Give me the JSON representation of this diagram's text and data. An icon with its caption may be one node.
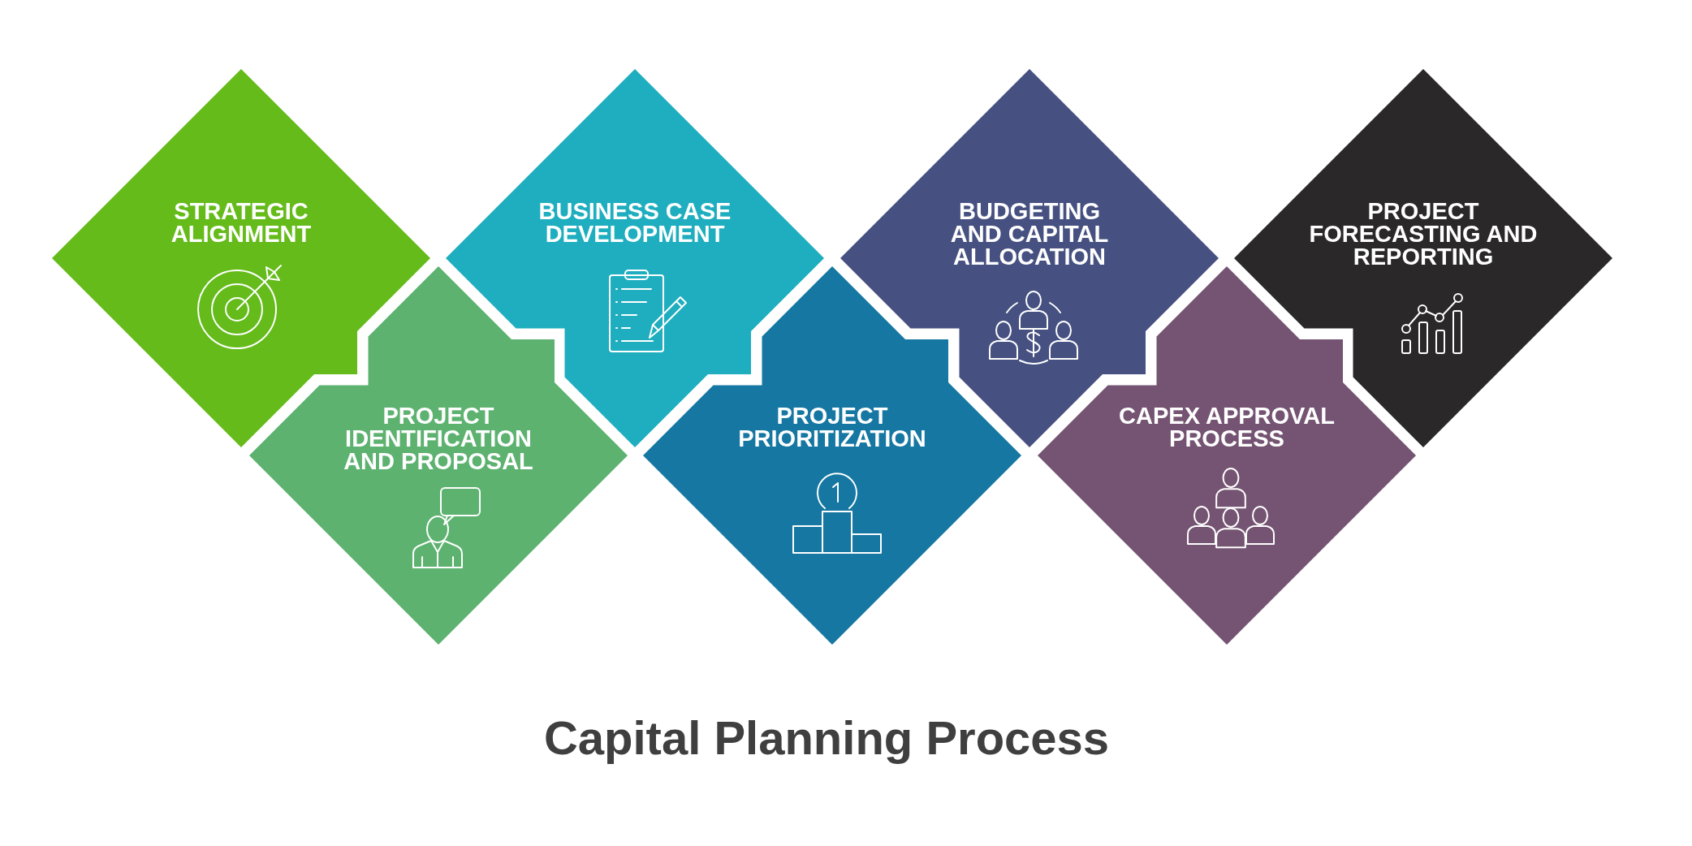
{
  "diagram": {
    "title": "Capital Planning Process",
    "nodes": [
      {
        "text": [
          "STRATEGIC ALIGNMENT"
        ]
      },
      {
        "text": [
          "PROJECT IDENTIFICATION AND PROPOSAL"
        ]
      },
      {
        "text": [
          "BUSINESS CASE DEVELOPMENT"
        ]
      },
      {
        "text": [
          "PROJECT PRIORITIZATION"
        ]
      },
      {
        "text": [
          "BUDGETING AND CAPITAL ALLOCATION"
        ]
      },
      {
        "text": [
          "CAPEX APPROVAL PROCESS"
        ]
      },
      {
        "text": [
          "PROJECT FORECASTING AND REPORTING"
        ]
      }
    ]
  }
}
